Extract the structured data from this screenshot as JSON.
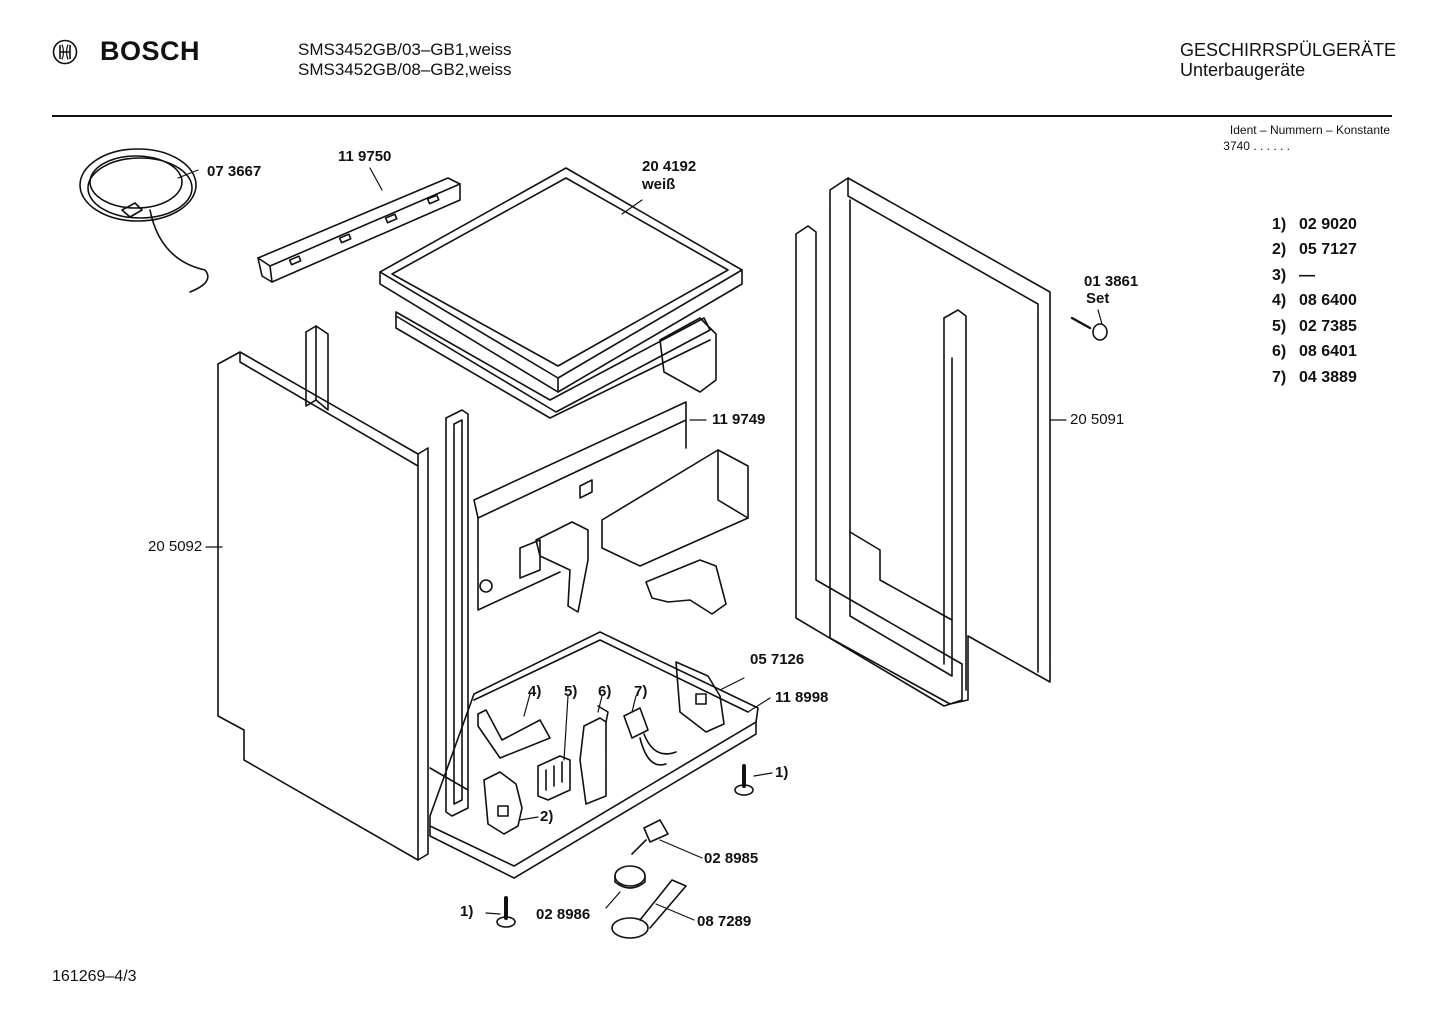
{
  "header": {
    "brand": "BOSCH",
    "model_lines": [
      "SMS3452GB/03–GB1,weiss",
      "SMS3452GB/08–GB2,weiss"
    ],
    "category_title": "GESCHIRRSPÜLGERÄTE",
    "category_subtitle": "Unterbaugeräte",
    "ident_label": "Ident – Nummern – Konstante",
    "ident_value": "3740",
    "ident_dots": ". .   . . . ."
  },
  "legend": [
    {
      "key": "1)",
      "value": "02 9020"
    },
    {
      "key": "2)",
      "value": "05 7127"
    },
    {
      "key": "3)",
      "value": "—"
    },
    {
      "key": "4)",
      "value": "08 6400"
    },
    {
      "key": "5)",
      "value": "02 7385"
    },
    {
      "key": "6)",
      "value": "08 6401"
    },
    {
      "key": "7)",
      "value": "04 3889"
    }
  ],
  "parts": {
    "p073667": "07 3667",
    "p119750": "11 9750",
    "p204192": "20 4192",
    "p204192_note": "weiß",
    "p013861": "01 3861",
    "p013861_note": "Set",
    "p119749": "11 9749",
    "p205091": "20 5091",
    "p205092": "20 5092",
    "p057126": "05 7126",
    "p118998": "11 8998",
    "n4": "4)",
    "n5": "5)",
    "n6": "6)",
    "n7": "7)",
    "n1_right": "1)",
    "n2": "2)",
    "p028985": "02 8985",
    "n1_left": "1)",
    "p028986": "02 8986",
    "p087289": "08 7289"
  },
  "footer": {
    "drawing_number": "161269–4/3"
  }
}
